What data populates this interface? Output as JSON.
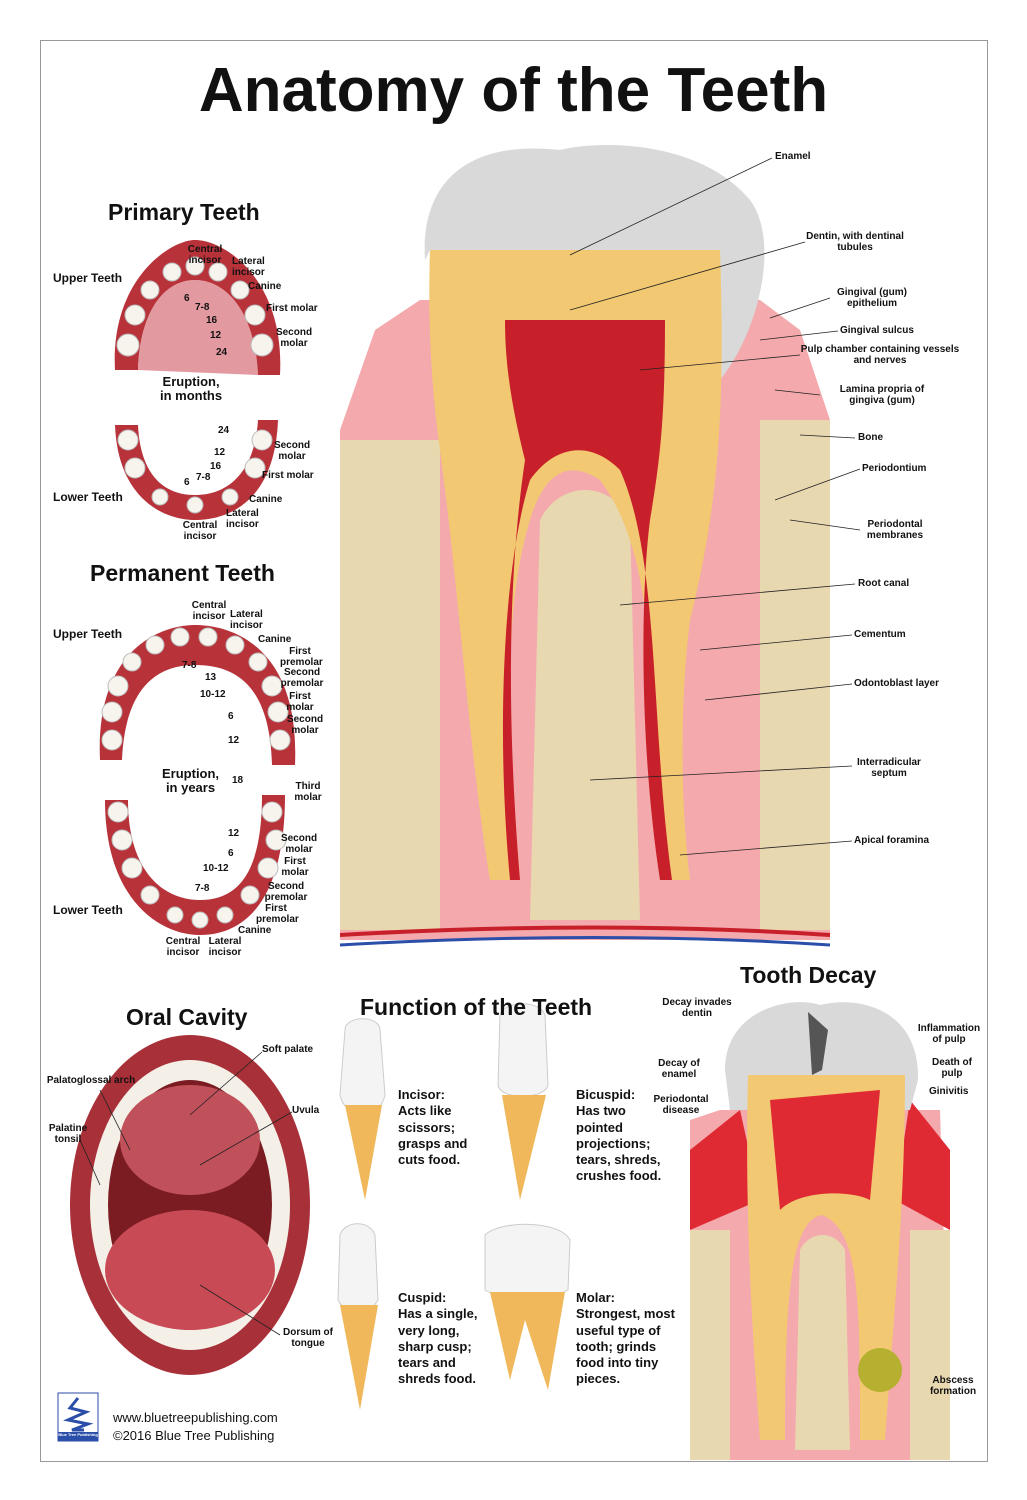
{
  "title": "Anatomy of the Teeth",
  "primary": {
    "heading": "Primary Teeth",
    "upper": "Upper Teeth",
    "lower": "Lower Teeth",
    "eruption": [
      "Eruption,",
      "in months"
    ],
    "upper_labels": [
      "Central incisor",
      "Lateral incisor",
      "Canine",
      "First molar",
      "Second molar"
    ],
    "upper_nums": [
      "6",
      "7-8",
      "16",
      "12",
      "24"
    ],
    "lower_labels": [
      "Second molar",
      "First molar",
      "Canine",
      "Lateral incisor",
      "Central incisor"
    ],
    "lower_nums": [
      "24",
      "12",
      "16",
      "7-8",
      "6"
    ]
  },
  "permanent": {
    "heading": "Permanent Teeth",
    "upper": "Upper Teeth",
    "lower": "Lower Teeth",
    "eruption": [
      "Eruption,",
      "in years"
    ],
    "upper_labels": [
      "Central incisor",
      "Lateral incisor",
      "Canine",
      "First premolar",
      "Second premolar",
      "First molar",
      "Second molar",
      "Third molar"
    ],
    "upper_nums": [
      "7-8",
      "13",
      "10-12",
      "6",
      "12",
      "18"
    ],
    "lower_labels": [
      "Second molar",
      "First molar",
      "Second premolar",
      "First premolar",
      "Canine",
      "Central incisor",
      "Lateral incisor"
    ],
    "lower_nums": [
      "12",
      "6",
      "10-12",
      "7-8"
    ]
  },
  "tooth_labels": [
    "Enamel",
    "Dentin, with dentinal tubules",
    "Gingival (gum) epithelium",
    "Gingival sulcus",
    "Pulp chamber containing vessels and nerves",
    "Lamina propria of gingiva (gum)",
    "Bone",
    "Periodontium",
    "Periodontal membranes",
    "Root canal",
    "Cementum",
    "Odontoblast layer",
    "Interradicular septum",
    "Apical foramina"
  ],
  "oral": {
    "heading": "Oral Cavity",
    "labels": [
      "Soft palate",
      "Palatoglossal arch",
      "Uvula",
      "Palatine tonsil",
      "Dorsum of tongue"
    ]
  },
  "function": {
    "heading": "Function of the Teeth",
    "items": [
      {
        "name": "Incisor:",
        "desc": "Acts like scissors; grasps and cuts food."
      },
      {
        "name": "Bicuspid:",
        "desc": "Has two pointed projections; tears, shreds, crushes food."
      },
      {
        "name": "Cuspid:",
        "desc": "Has a single, very long, sharp cusp; tears and shreds food."
      },
      {
        "name": "Molar:",
        "desc": "Strongest, most useful type of tooth; grinds food into tiny pieces."
      }
    ]
  },
  "decay": {
    "heading": "Tooth Decay",
    "labels": [
      "Decay invades dentin",
      "Inflammation of pulp",
      "Decay of enamel",
      "Death of pulp",
      "Periodontal disease",
      "Ginivitis",
      "Abscess formation"
    ]
  },
  "footer": {
    "website": "www.bluetreepublishing.com",
    "copyright": "©2016 Blue Tree Publishing",
    "logo_text": "Blue Tree Publishing"
  },
  "colors": {
    "enamel": "#d9d9d9",
    "dentin": "#f3c873",
    "pulp": "#c8202a",
    "gum": "#f4a9ad",
    "bone": "#e8d8b0",
    "vein": "#2b4ea8"
  }
}
